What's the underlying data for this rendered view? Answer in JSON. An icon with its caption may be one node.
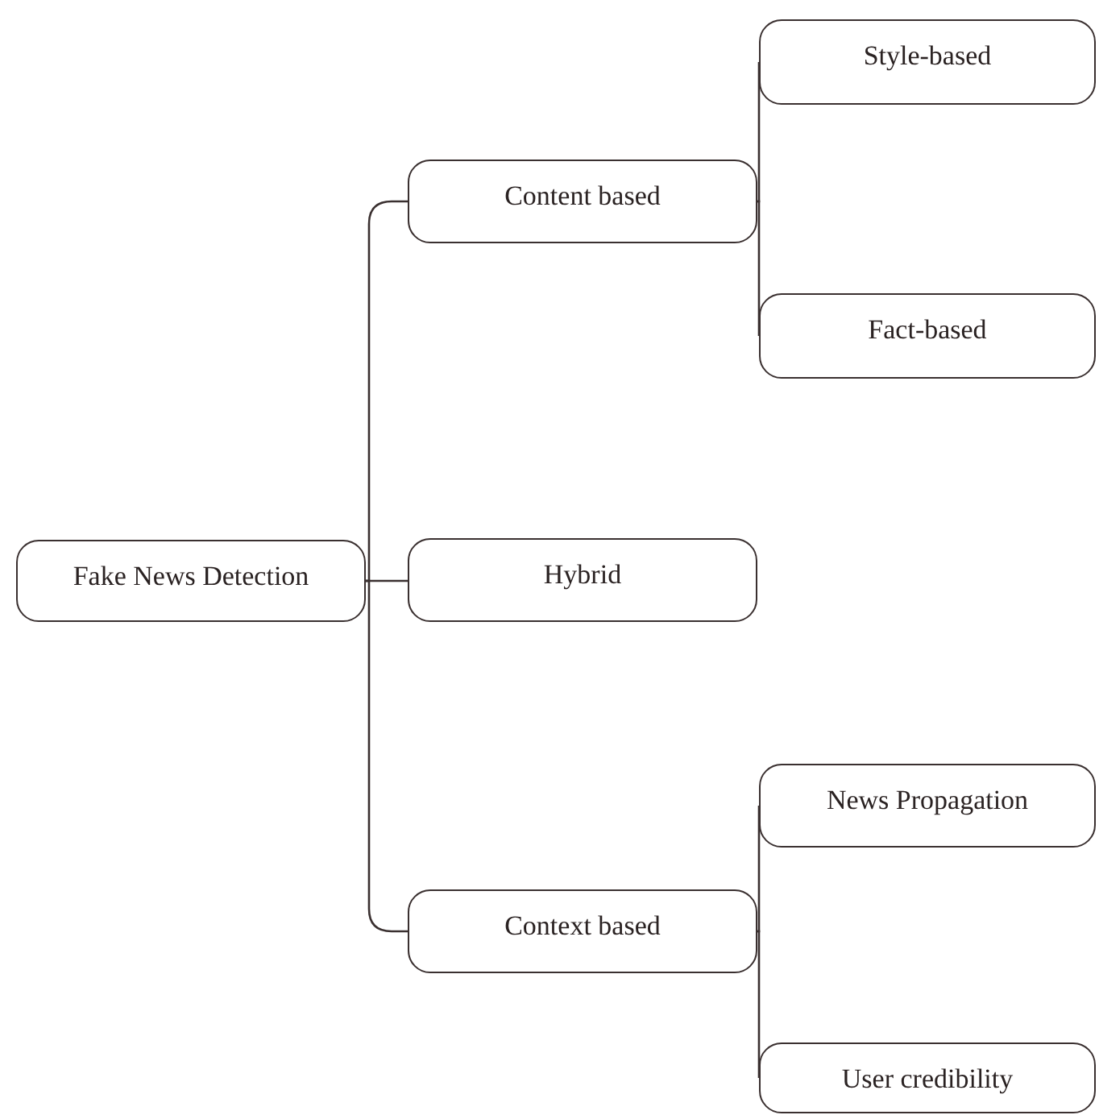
{
  "diagram": {
    "nodes": [
      {
        "text": [
          "Fake News Detection"
        ]
      },
      {
        "text": [
          "Content based"
        ]
      },
      {
        "text": [
          "Hybrid"
        ]
      },
      {
        "text": [
          "Context based"
        ]
      },
      {
        "text": [
          "Style-based"
        ]
      },
      {
        "text": [
          "Fact-based"
        ]
      },
      {
        "text": [
          "News Propagation"
        ]
      },
      {
        "text": [
          "User credibility"
        ]
      }
    ],
    "edges": [
      {
        "from": 0,
        "to": 1,
        "arrow": "none"
      },
      {
        "from": 0,
        "to": 2,
        "arrow": "none"
      },
      {
        "from": 0,
        "to": 3,
        "arrow": "none"
      },
      {
        "from": 1,
        "to": 4,
        "arrow": "none"
      },
      {
        "from": 1,
        "to": 5,
        "arrow": "none"
      },
      {
        "from": 3,
        "to": 6,
        "arrow": "none"
      },
      {
        "from": 3,
        "to": 7,
        "arrow": "none"
      }
    ]
  }
}
